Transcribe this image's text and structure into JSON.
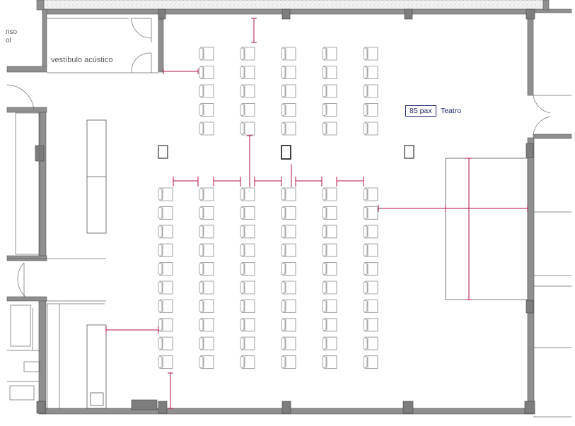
{
  "plan": {
    "room_label": "vestíbulo acústico",
    "partial_label_top": "nso",
    "partial_label_bottom": "ol",
    "capacity_badge": "85 pax",
    "layout_label": "Teatro"
  },
  "seating": {
    "upper_block": {
      "rows": 5,
      "columns": 5
    },
    "lower_block": {
      "rows": 10,
      "columns": 6
    }
  },
  "colors": {
    "wall": "#8f8f8f",
    "line": "#555555",
    "chair": "#a8a8a8",
    "dimension": "#b0124a",
    "label": "#1f2a6e"
  }
}
